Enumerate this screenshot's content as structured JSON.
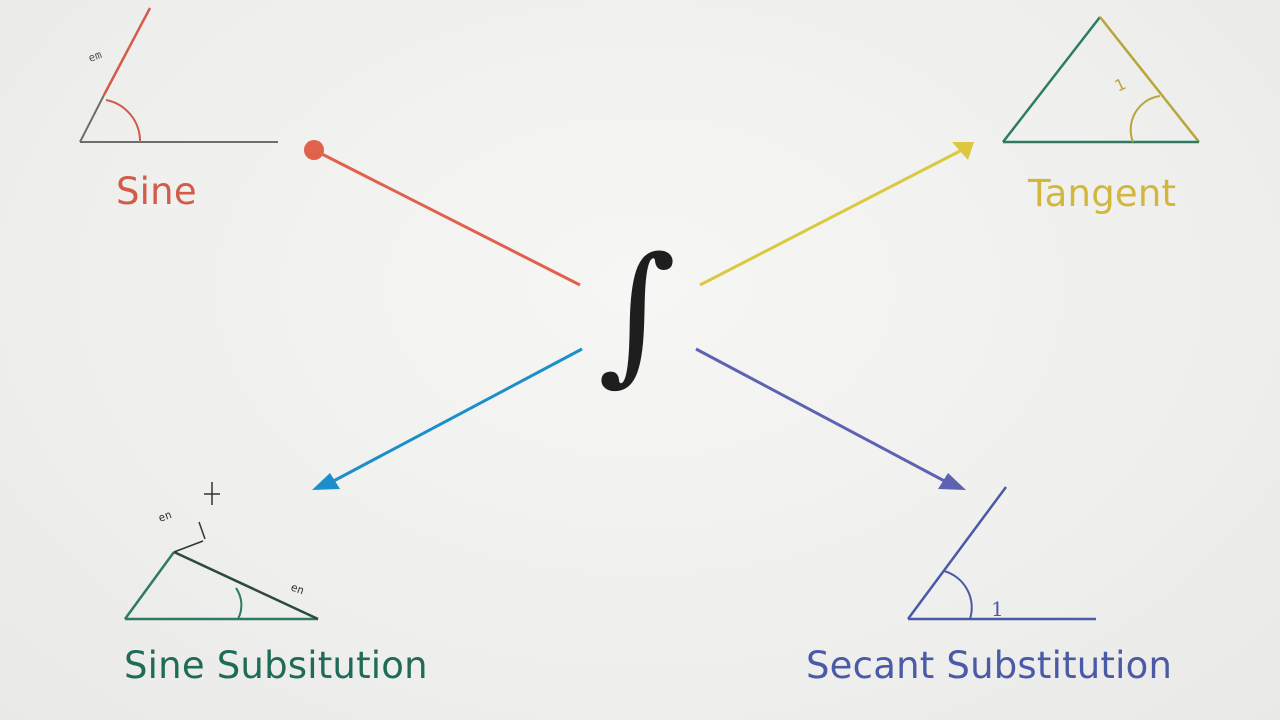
{
  "center": {
    "symbol": "∫"
  },
  "branches": {
    "sine": {
      "label": "Sine",
      "color": "#d35b49",
      "annotation": "em"
    },
    "tangent": {
      "label": "Tangent",
      "color": "#d2b63d",
      "annotation": "1"
    },
    "sine_substitution": {
      "label": "Sine Subsitution",
      "color": "#1f6b57",
      "annotation": "en"
    },
    "secant_substitution": {
      "label": "Secant Substitution",
      "color": "#4a5aa6",
      "annotation": "1"
    }
  },
  "connector_colors": {
    "sine": "#e0614c",
    "tangent": "#dcc83f",
    "sine_substitution": "#1c8fc9",
    "secant_substitution": "#5e63b1"
  }
}
